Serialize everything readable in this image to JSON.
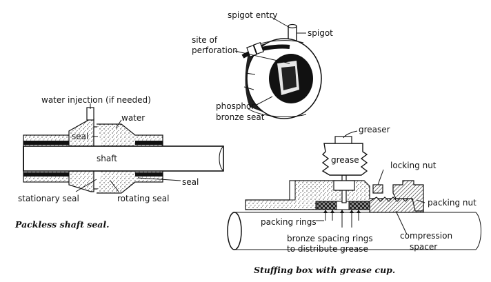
{
  "figure_a": {
    "labels": {
      "spigot_entry": "spigot entry",
      "spigot": "spigot",
      "site_of_perforation_1": "site of",
      "site_of_perforation_2": "perforation",
      "phosphor_bronze_seat_1": "phosphor",
      "phosphor_bronze_seat_2": "bronze seat"
    }
  },
  "figure_b": {
    "labels": {
      "water_injection": "water injection (if needed)",
      "water": "water",
      "seal_upper": "seal",
      "shaft": "shaft",
      "seal_right": "seal",
      "stationary_seal": "stationary seal",
      "rotating_seal": "rotating seal"
    },
    "caption": "Packless shaft seal."
  },
  "figure_c": {
    "labels": {
      "greaser": "greaser",
      "grease": "grease",
      "locking_nut": "locking nut",
      "packing_nut": "packing nut",
      "packing_rings": "packing rings",
      "bronze_spacing_rings_1": "bronze spacing rings",
      "bronze_spacing_rings_2": "to distribute grease",
      "compression_spacer_1": "compression",
      "compression_spacer_2": "spacer"
    },
    "caption": "Stuffing box with grease cup."
  }
}
